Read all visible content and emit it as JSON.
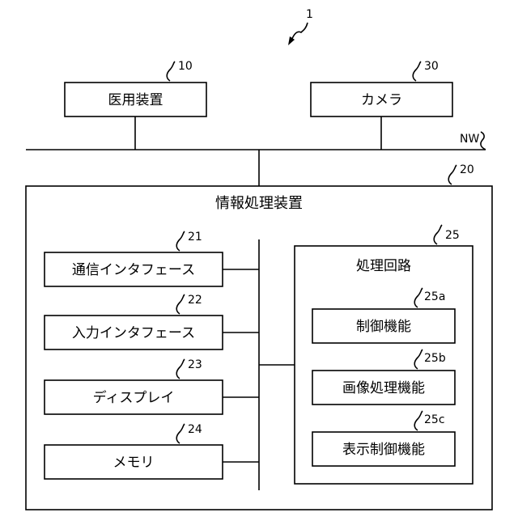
{
  "system_ref": "1",
  "network_label": "NW",
  "medical_device": {
    "ref": "10",
    "label": "医用装置"
  },
  "camera": {
    "ref": "30",
    "label": "カメラ"
  },
  "info_processor": {
    "ref": "20",
    "label": "情報処理装置",
    "interfaces": [
      {
        "ref": "21",
        "label": "通信インタフェース"
      },
      {
        "ref": "22",
        "label": "入力インタフェース"
      },
      {
        "ref": "23",
        "label": "ディスプレイ"
      },
      {
        "ref": "24",
        "label": "メモリ"
      }
    ],
    "circuit": {
      "ref": "25",
      "label": "処理回路",
      "functions": [
        {
          "ref": "25a",
          "label": "制御機能"
        },
        {
          "ref": "25b",
          "label": "画像処理機能"
        },
        {
          "ref": "25c",
          "label": "表示制御機能"
        }
      ]
    }
  }
}
